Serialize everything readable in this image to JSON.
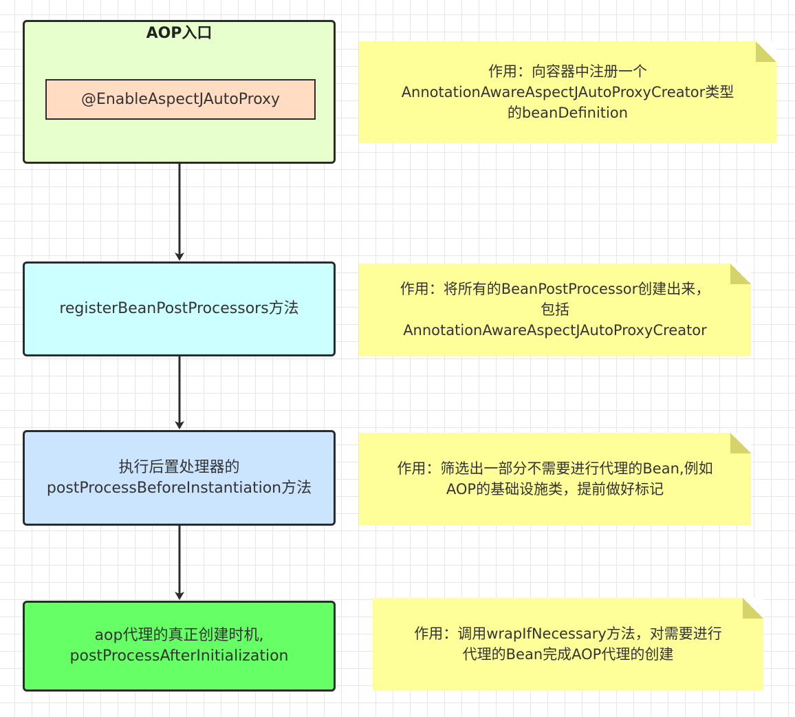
{
  "entry": {
    "title": "AOP入口",
    "annotation": "@EnableAspectJAutoProxy"
  },
  "steps": [
    {
      "text": "registerBeanPostProcessors方法"
    },
    {
      "text": "执行后置处理器的\npostProcessBeforeInstantiation方法"
    },
    {
      "text": "aop代理的真正创建时机,\npostProcessAfterInitialization"
    }
  ],
  "notes": [
    {
      "text": "作用：向容器中注册一个\nAnnotationAwareAspectJAutoProxyCreator类型\n的beanDefinition"
    },
    {
      "text": "作用：将所有的BeanPostProcessor创建出来，\n包括\nAnnotationAwareAspectJAutoProxyCreator"
    },
    {
      "text": "作用：筛选出一部分不需要进行代理的Bean,例如\nAOP的基础设施类，提前做好标记"
    },
    {
      "text": "作用：调用wrapIfNecessary方法，对需要进行\n代理的Bean完成AOP代理的创建"
    }
  ],
  "colors": {
    "entry_fill": "#e6ffcc",
    "annotation_fill": "#ffdcc2",
    "register_fill": "#ccffff",
    "before_fill": "#cce5ff",
    "after_fill": "#66ff66",
    "note_fill": "#ffff99"
  }
}
